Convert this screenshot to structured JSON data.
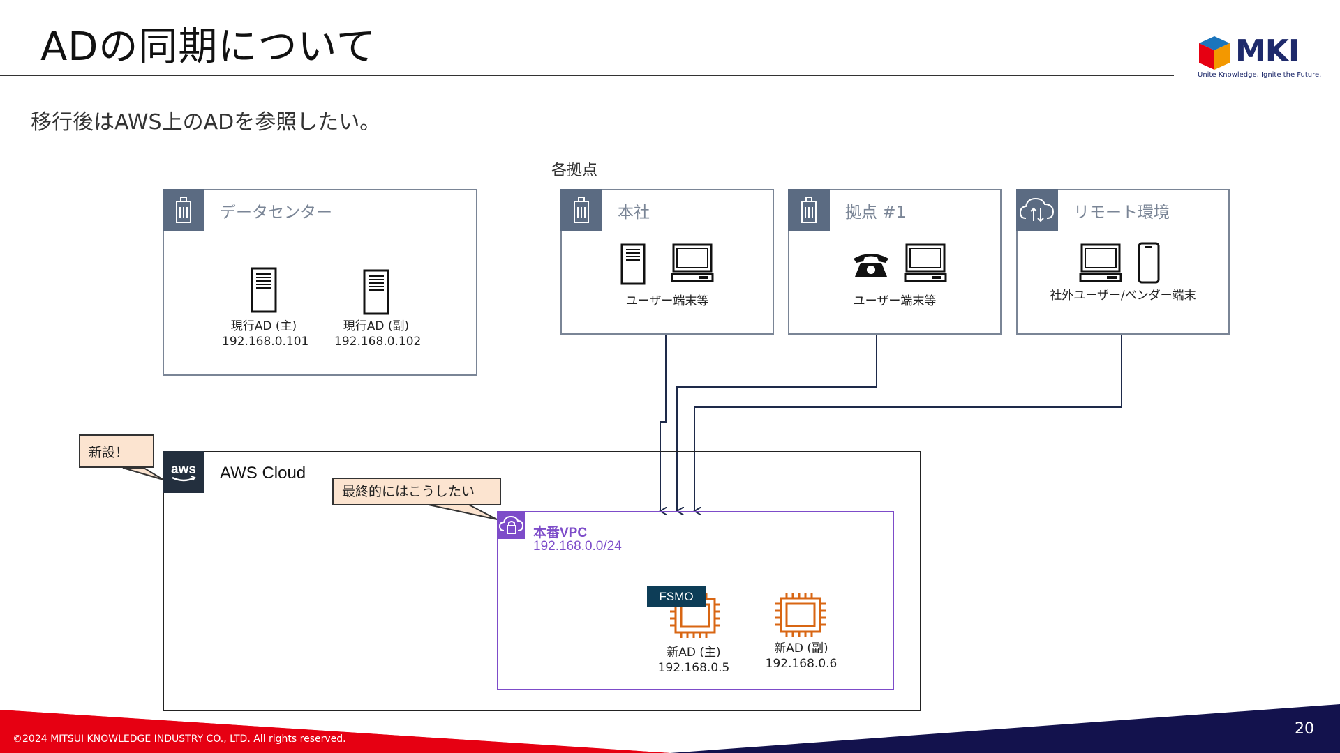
{
  "header": {
    "title": "ADの同期について",
    "subtitle": "移行後はAWS上のADを参照したい。"
  },
  "logo": {
    "word": "MKI",
    "tagline": "Unite Knowledge, Ignite the Future."
  },
  "sites_label": "各拠点",
  "datacenter": {
    "title": "データセンター",
    "servers": [
      {
        "name": "現行AD (主)",
        "ip": "192.168.0.101"
      },
      {
        "name": "現行AD (副)",
        "ip": "192.168.0.102"
      }
    ]
  },
  "sites": [
    {
      "title": "本社",
      "caption": "ユーザー端末等"
    },
    {
      "title": "拠点 #1",
      "caption": "ユーザー端末等"
    },
    {
      "title": "リモート環境",
      "caption": "社外ユーザー/ベンダー端末"
    }
  ],
  "aws": {
    "title": "AWS Cloud",
    "vpc_title": "本番VPC",
    "vpc_cidr": "192.168.0.0/24",
    "fsmo_label": "FSMO",
    "instances": [
      {
        "name": "新AD (主)",
        "ip": "192.168.0.5"
      },
      {
        "name": "新AD (副)",
        "ip": "192.168.0.6"
      }
    ]
  },
  "callouts": {
    "new": "新設！",
    "goal": "最終的にはこうしたい"
  },
  "footer": {
    "copyright": "©2024 MITSUI KNOWLEDGE INDUSTRY CO., LTD. All rights reserved.",
    "page_number": "20"
  },
  "colors": {
    "group_border": "#7a8596",
    "group_icon": "#5b6b82",
    "aws_dark": "#232f3e",
    "vpc_purple": "#7d4cc9",
    "chip_orange": "#d86613",
    "fsmo_bg": "#0d3d57",
    "callout_bg": "#fce4d0",
    "footer_red": "#e60012",
    "footer_navy": "#13124d"
  }
}
